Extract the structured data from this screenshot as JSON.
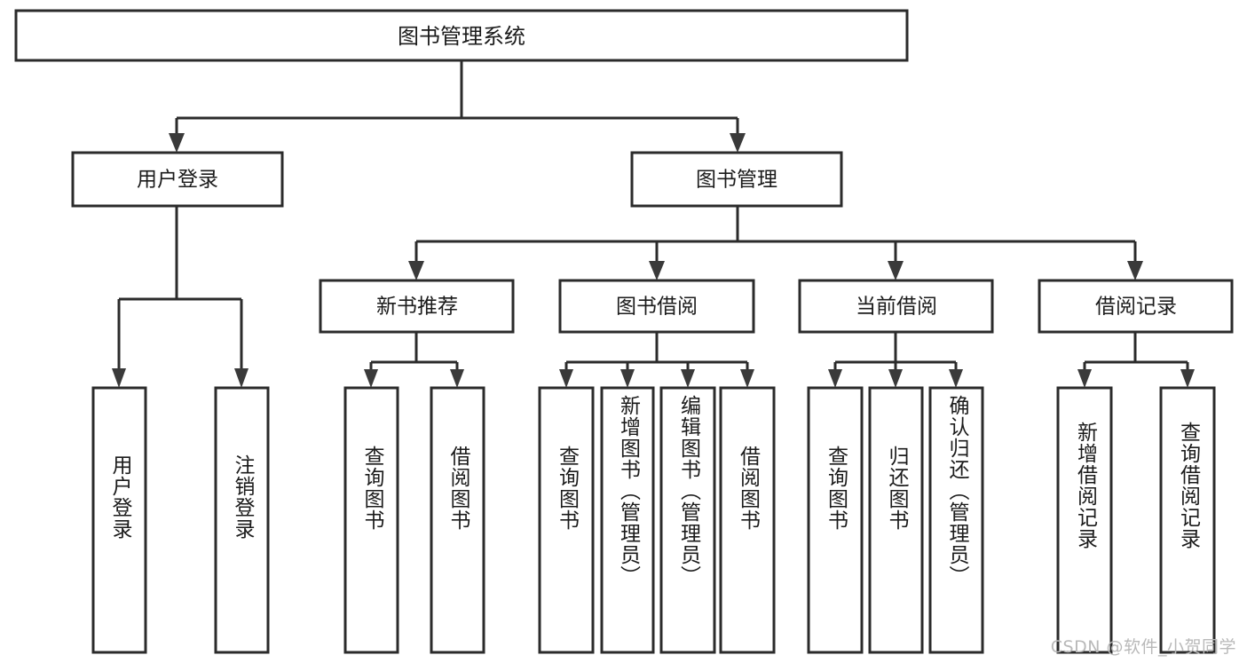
{
  "diagram": {
    "title": "图书管理系统",
    "watermark": "CSDN @软件_小贺同学",
    "colors": {
      "box_stroke": "#2b2b2b",
      "box_fill": "#ffffff",
      "text": "#1b1b1b",
      "arrow": "#3a3a3a",
      "watermark": "#b9b9b9",
      "background": "#ffffff"
    },
    "root": {
      "label": "图书管理系统"
    },
    "level2": [
      {
        "label": "用户登录"
      },
      {
        "label": "图书管理"
      }
    ],
    "level3": [
      {
        "label": "新书推荐"
      },
      {
        "label": "图书借阅"
      },
      {
        "label": "当前借阅"
      },
      {
        "label": "借阅记录"
      }
    ],
    "leaves": {
      "user_login": [
        {
          "label": "用户登录"
        },
        {
          "label": "注销登录"
        }
      ],
      "new_book_recommend": [
        {
          "label": "查询图书"
        },
        {
          "label": "借阅图书"
        }
      ],
      "book_borrow": [
        {
          "label": "查询图书"
        },
        {
          "label": "新增图书（管理员）"
        },
        {
          "label": "编辑图书（管理员）"
        },
        {
          "label": "借阅图书"
        }
      ],
      "current_borrow": [
        {
          "label": "查询图书"
        },
        {
          "label": "归还图书"
        },
        {
          "label": "确认归还（管理员）"
        }
      ],
      "borrow_record": [
        {
          "label": "新增借阅记录"
        },
        {
          "label": "查询借阅记录"
        }
      ]
    }
  }
}
